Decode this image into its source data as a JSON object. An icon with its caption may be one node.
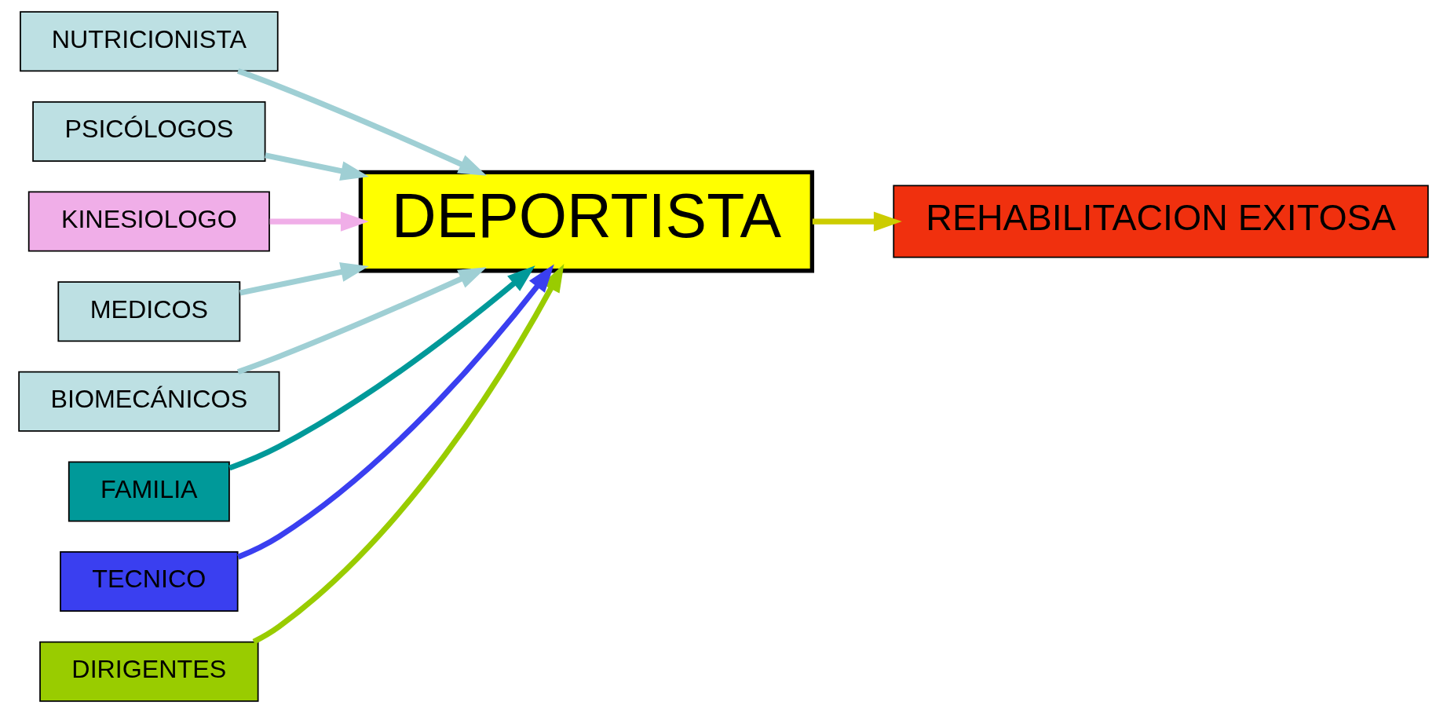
{
  "diagram": {
    "nodes": [
      {
        "text": [
          "NUTRICIONISTA"
        ]
      },
      {
        "text": [
          "PSICÓLOGOS"
        ]
      },
      {
        "text": [
          "KINESIOLOGO"
        ]
      },
      {
        "text": [
          "MEDICOS"
        ]
      },
      {
        "text": [
          "BIOMECÁNICOS"
        ]
      },
      {
        "text": [
          "FAMILIA"
        ]
      },
      {
        "text": [
          "DIRIGENTES"
        ]
      },
      {
        "text": [
          "DEPORTISTA"
        ]
      },
      {
        "text": [
          "TECNICO"
        ]
      },
      {
        "text": [
          "REHABILITACION EXITOSA"
        ]
      }
    ],
    "edges": [
      {
        "from": 0,
        "to": 7,
        "arrow": "to"
      },
      {
        "from": 1,
        "to": 7,
        "arrow": "to"
      },
      {
        "from": 2,
        "to": 7,
        "arrow": "to",
        "color": "#f0aee8"
      },
      {
        "from": 3,
        "to": 7,
        "arrow": "to"
      },
      {
        "from": 4,
        "to": 7,
        "arrow": "to"
      },
      {
        "from": 5,
        "to": 7,
        "arrow": "to",
        "color": "#009999"
      },
      {
        "from": 8,
        "to": 7,
        "arrow": "to",
        "color": "#3a3ff0"
      },
      {
        "from": 6,
        "to": 7,
        "arrow": "to",
        "color": "#99cc00"
      },
      {
        "from": 7,
        "to": 9,
        "arrow": "to",
        "color": "#cccc00"
      }
    ]
  }
}
